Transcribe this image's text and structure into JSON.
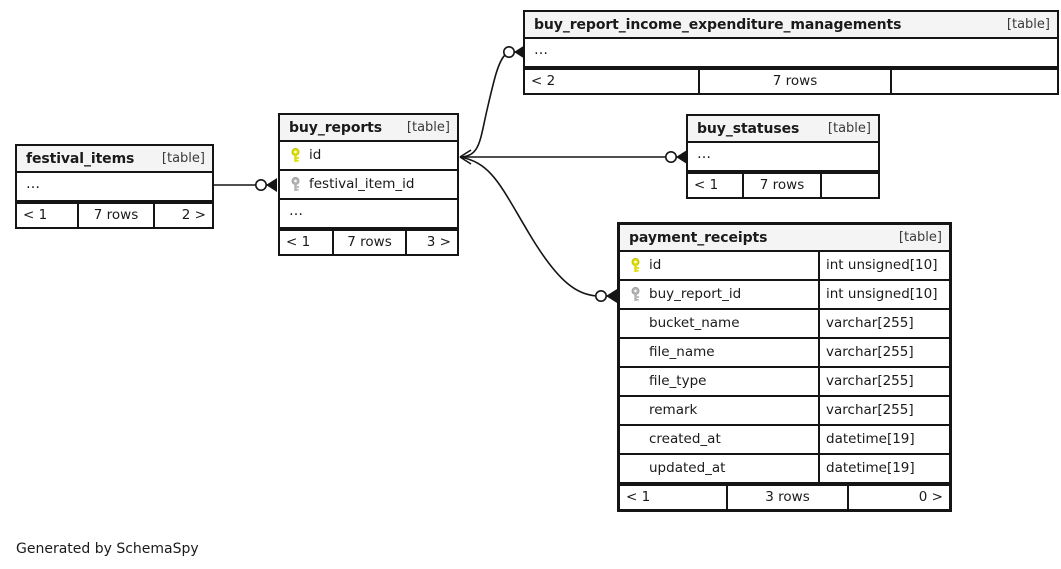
{
  "diagram": {
    "generator_caption": "Generated by SchemaSpy",
    "table_tag": "[table]",
    "ellipsis": "…",
    "colors": {
      "primary_key": "#dede00",
      "foreign_key": "#b3b3b3",
      "border": "#151515",
      "header_background": "#f4f4f4",
      "background": "#ffffff"
    }
  },
  "tables": {
    "buy_report_income_expenditure_managements": {
      "name": "buy_report_income_expenditure_managements",
      "tag": "[table]",
      "columns": [
        {
          "name": "…",
          "type": "",
          "key": "none"
        }
      ],
      "footer": {
        "left": "< 2",
        "center": "7 rows",
        "right": ""
      }
    },
    "buy_reports": {
      "name": "buy_reports",
      "tag": "[table]",
      "columns": [
        {
          "name": "id",
          "type": "",
          "key": "primary"
        },
        {
          "name": "festival_item_id",
          "type": "",
          "key": "foreign"
        },
        {
          "name": "…",
          "type": "",
          "key": "none"
        }
      ],
      "footer": {
        "left": "< 1",
        "center": "7 rows",
        "right": "3 >"
      }
    },
    "buy_statuses": {
      "name": "buy_statuses",
      "tag": "[table]",
      "columns": [
        {
          "name": "…",
          "type": "",
          "key": "none"
        }
      ],
      "footer": {
        "left": "< 1",
        "center": "7 rows",
        "right": ""
      }
    },
    "festival_items": {
      "name": "festival_items",
      "tag": "[table]",
      "columns": [
        {
          "name": "…",
          "type": "",
          "key": "none"
        }
      ],
      "footer": {
        "left": "< 1",
        "center": "7 rows",
        "right": "2 >"
      }
    },
    "payment_receipts": {
      "name": "payment_receipts",
      "tag": "[table]",
      "focus": true,
      "columns": [
        {
          "name": "id",
          "type": "int unsigned[10]",
          "key": "primary"
        },
        {
          "name": "buy_report_id",
          "type": "int unsigned[10]",
          "key": "foreign"
        },
        {
          "name": "bucket_name",
          "type": "varchar[255]",
          "key": "none"
        },
        {
          "name": "file_name",
          "type": "varchar[255]",
          "key": "none"
        },
        {
          "name": "file_type",
          "type": "varchar[255]",
          "key": "none"
        },
        {
          "name": "remark",
          "type": "varchar[255]",
          "key": "none"
        },
        {
          "name": "created_at",
          "type": "datetime[19]",
          "key": "none"
        },
        {
          "name": "updated_at",
          "type": "datetime[19]",
          "key": "none"
        }
      ],
      "footer": {
        "left": "< 1",
        "center": "3 rows",
        "right": "0 >"
      }
    }
  },
  "relationships": [
    {
      "from": "festival_items",
      "to": "buy_reports",
      "to_column": "festival_item_id"
    },
    {
      "from": "buy_reports",
      "to": "buy_report_income_expenditure_managements"
    },
    {
      "from": "buy_reports",
      "to": "buy_statuses"
    },
    {
      "from": "buy_reports",
      "to": "payment_receipts",
      "to_column": "buy_report_id"
    }
  ]
}
